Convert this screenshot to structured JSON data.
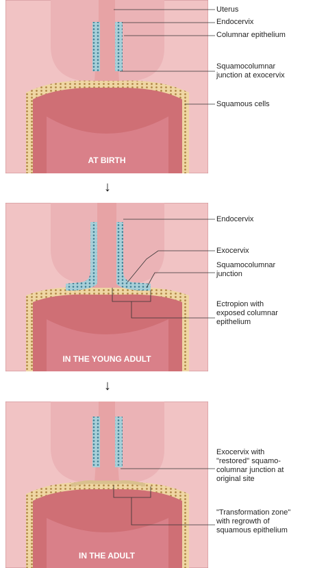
{
  "panels": [
    {
      "caption": "AT BIRTH",
      "labels": [
        "Uterus",
        "Endocervix",
        "Columnar epithelium",
        "Squamocolumnar\njunction at exocervix",
        "Squamous cells"
      ]
    },
    {
      "caption": "IN THE YOUNG ADULT",
      "labels": [
        "Endocervix",
        "Exocervix",
        "Squamocolumnar\njunction",
        "Ectropion with\nexposed columnar\nepithelium"
      ]
    },
    {
      "caption": "IN THE ADULT",
      "labels": [
        "Exocervix with\n\"restored\" squamo-\ncolumnar junction at\noriginal site",
        "\"Transformation zone\"\nwith regrowth of\nsquamous epithelium"
      ]
    }
  ],
  "arrow_glyph": "↓",
  "colors": {
    "background_pink": "#f1c3c4",
    "uterus_light": "#ebb3b6",
    "canal_pink": "#e7a3a5",
    "vagina_dark": "#cf6f75",
    "columnar_blue": "#a7cfd8",
    "squamous_tan": "#d9b77d"
  }
}
